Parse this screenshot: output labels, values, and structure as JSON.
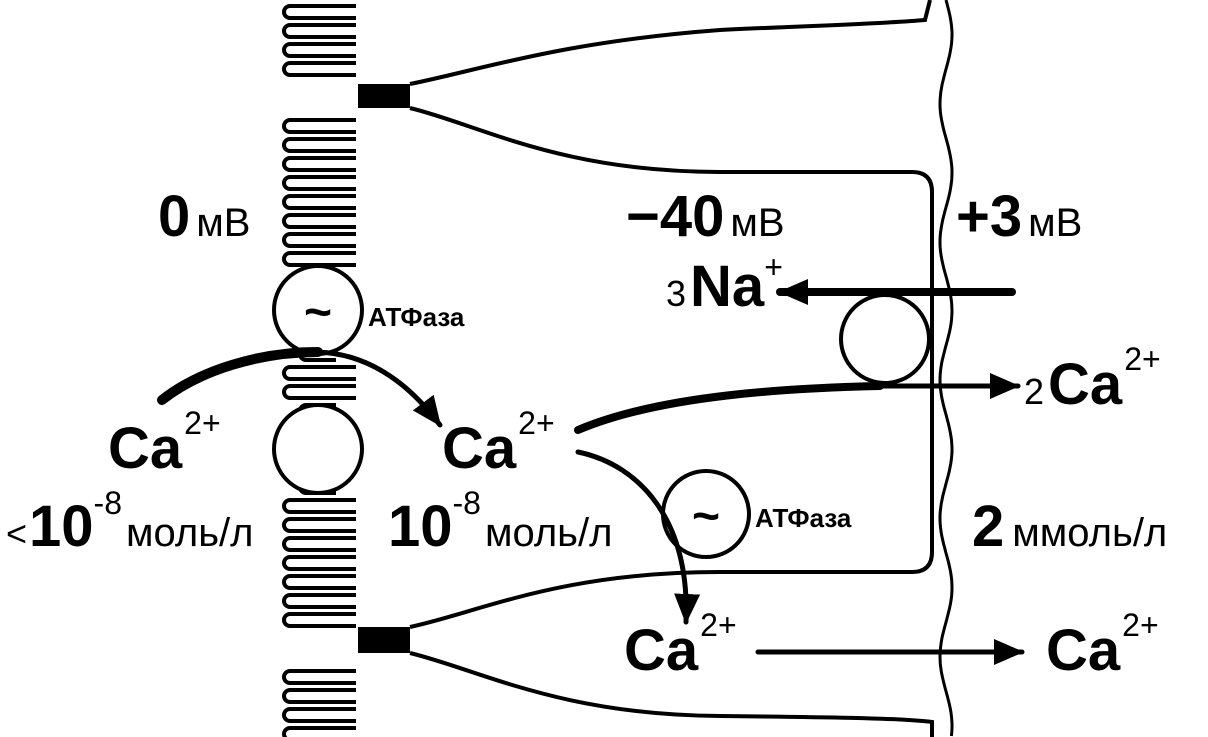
{
  "membrane_potentials": [
    {
      "value": "0",
      "unit": "мВ"
    },
    {
      "value": "−40",
      "unit": "мВ"
    },
    {
      "value": "+3",
      "unit": "мВ"
    }
  ],
  "concentrations": [
    {
      "prefix": "<",
      "base": "10",
      "exponent": "-8",
      "unit": "моль/л"
    },
    {
      "base": "10",
      "exponent": "-8",
      "unit": "моль/л"
    },
    {
      "value": "2",
      "unit": "ммоль/л"
    }
  ],
  "ions": {
    "ca": "Ca",
    "ca_charge": "2+",
    "na": "Na",
    "na_charge": "+",
    "na_stoich": "3",
    "ca_stoich": "2"
  },
  "pumps": {
    "atpase_label": "АТФаза",
    "atp_symbol": "~"
  },
  "colors": {
    "ink": "#000000",
    "background": "#ffffff"
  }
}
